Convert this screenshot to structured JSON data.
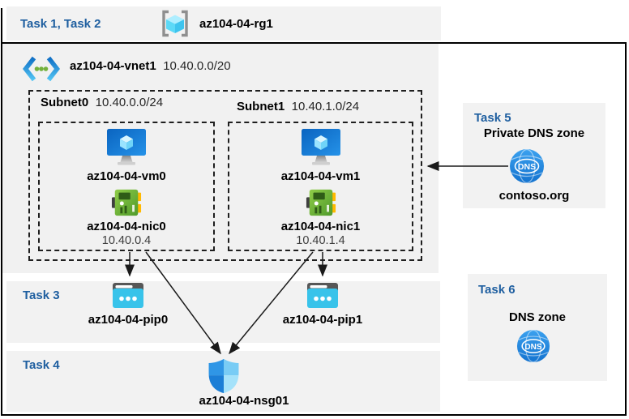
{
  "colors": {
    "band_bg": "#f2f2f2",
    "vnet_bg": "#f1f1f1",
    "task_label_blue": "#1f5fa0",
    "arrow": "#1a1a1a",
    "vm_blue": "#1b7fd9",
    "nic_green": "#6fb53c",
    "pip_cyan": "#38c3ea",
    "dns_blue": "#2287e0",
    "nsg_blue": "#2f96e6"
  },
  "header": {
    "tasks_label": "Task 1, Task 2",
    "resource_group": "az104-04-rg1"
  },
  "vnet": {
    "name": "az104-04-vnet1",
    "cidr": "10.40.0.0/20",
    "subnets": [
      {
        "name": "Subnet0",
        "cidr": "10.40.0.0/24",
        "vm": "az104-04-vm0",
        "nic": "az104-04-nic0",
        "ip": "10.40.0.4"
      },
      {
        "name": "Subnet1",
        "cidr": "10.40.1.0/24",
        "vm": "az104-04-vm1",
        "nic": "az104-04-nic1",
        "ip": "10.40.1.4"
      }
    ]
  },
  "task3": {
    "label": "Task 3",
    "pip0": "az104-04-pip0",
    "pip1": "az104-04-pip1"
  },
  "task4": {
    "label": "Task 4",
    "nsg": "az104-04-nsg01"
  },
  "task5": {
    "label": "Task 5",
    "title": "Private DNS zone",
    "zone": "contoso.org",
    "icon_text": "DNS"
  },
  "task6": {
    "label": "Task 6",
    "title": "DNS zone",
    "icon_text": "DNS"
  }
}
